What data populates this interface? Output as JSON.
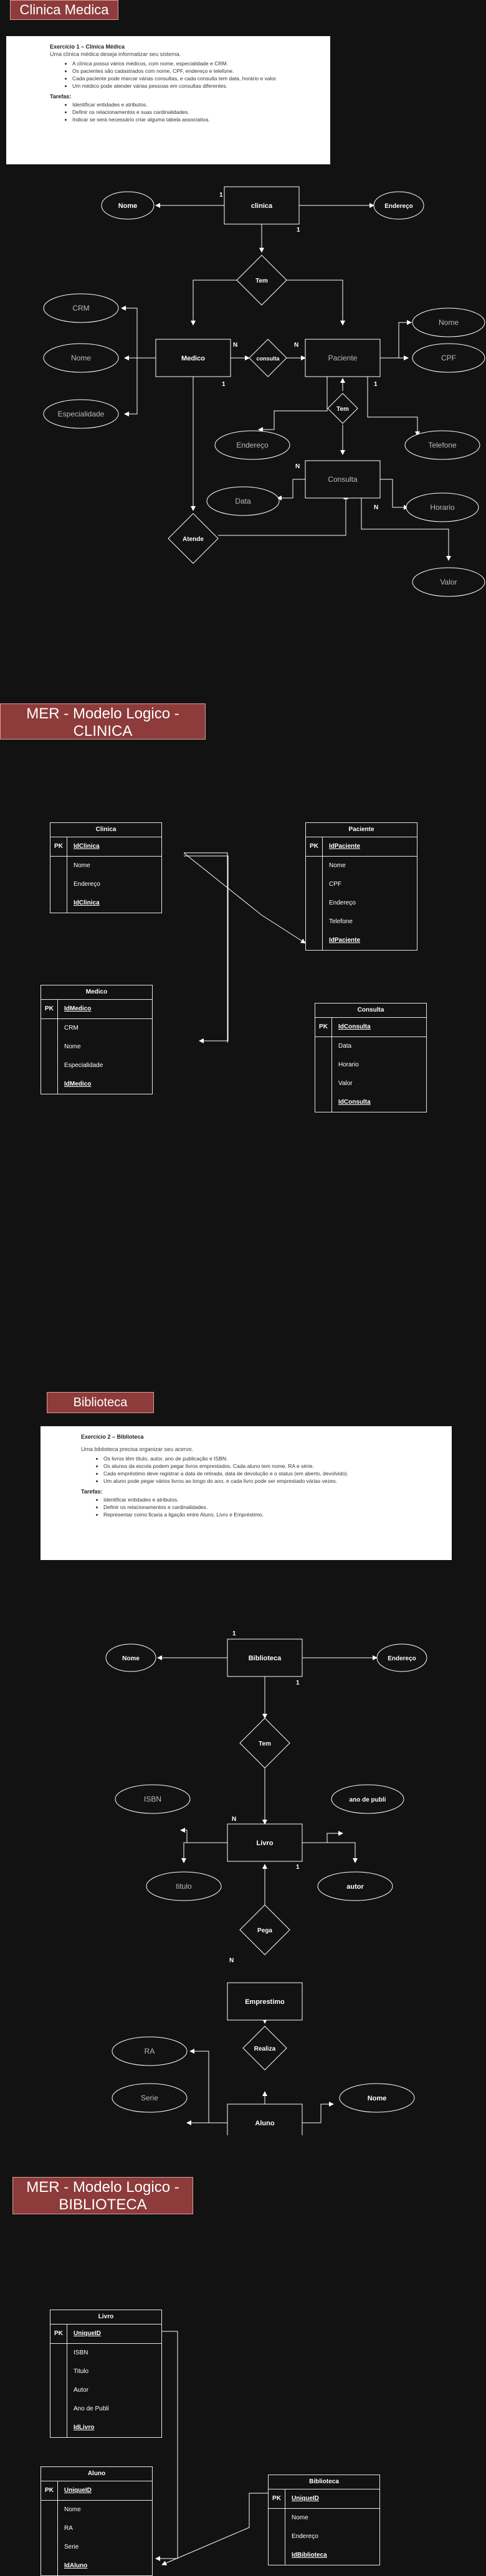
{
  "clinica": {
    "banner": "Clinica Medica",
    "card": {
      "title": "Exercício 1 – Clínica Médica",
      "intro": "Uma clínica médica deseja informatizar seu sistema.",
      "bullets": [
        "A clínica possui vários médicos, com nome, especialidade e CRM.",
        "Os pacientes são cadastrados com nome, CPF, endereço e telefone.",
        "Cada paciente pode marcar várias consultas, e cada consulta tem data, horário e valor.",
        "Um médico pode atender várias pessoas em consultas diferentes."
      ],
      "tasks_label": "Tarefas:",
      "tasks": [
        "Identificar entidades e atributos.",
        "Definir os relacionamentos e suas cardinalidades.",
        "Indicar se será necessário criar alguma tabela associativa."
      ]
    },
    "er": {
      "entities": {
        "clinica": "clinica",
        "medico": "Medico",
        "paciente": "Paciente",
        "consulta": "Consulta"
      },
      "relationships": {
        "tem_top": "Tem",
        "consulta": "consulta",
        "tem_paciente": "Tem",
        "atende": "Atende"
      },
      "attributes": {
        "nome_clinica": "Nome",
        "endereco_clinica": "Endereço",
        "crm": "CRM",
        "nome_medico": "Nome",
        "especialidade": "Especialidade",
        "nome_paciente": "Nome",
        "cpf": "CPF",
        "endereco_paciente": "Endereço",
        "telefone": "Telefone",
        "data": "Data",
        "horario": "Horario",
        "valor": "Valor"
      },
      "cardinalities": {
        "c1": "1",
        "c2": "1",
        "c3": "N",
        "c4": "N",
        "c5": "1",
        "c6": "1",
        "c7": "N",
        "c8": "N"
      }
    }
  },
  "mer_clinica": {
    "banner_line1": "MER - Modelo Logico -",
    "banner_line2": "CLINICA",
    "tables": [
      {
        "name": "Clinica",
        "pk_label": "PK",
        "pk": "IdClinica",
        "fields": [
          "Nome",
          "Endereço",
          "IdClinica"
        ],
        "fk_last": true
      },
      {
        "name": "Paciente",
        "pk_label": "PK",
        "pk": "IdPaciente",
        "fields": [
          "Nome",
          "CPF",
          "Endereço",
          "Telefone",
          "IdPaciente"
        ],
        "fk_last": true
      },
      {
        "name": "Medico",
        "pk_label": "PK",
        "pk": "IdMedico",
        "fields": [
          "CRM",
          "Nome",
          "Especialidade",
          "IdMedico"
        ],
        "fk_last": true
      },
      {
        "name": "Consulta",
        "pk_label": "PK",
        "pk": "IdConsulta",
        "fields": [
          "Data",
          "Horario",
          "Valor",
          "IdConsulta"
        ],
        "fk_last": true
      }
    ]
  },
  "biblioteca": {
    "banner": "Biblioteca",
    "card": {
      "title": "Exercício 2 – Biblioteca",
      "intro": "Uma biblioteca precisa organizar seu acervo.",
      "bullets": [
        "Os livros têm título, autor, ano de publicação e ISBN.",
        "Os alunos da escola podem pegar livros emprestados. Cada aluno tem nome, RA e série.",
        "Cada empréstimo deve registrar a data de retirada, data de devolução e o status (em aberto, devolvido).",
        "Um aluno pode pegar vários livros ao longo do ano, e cada livro pode ser emprestado várias vezes."
      ],
      "tasks_label": "Tarefas:",
      "tasks": [
        "Identificar entidades e atributos.",
        "Definir os relacionamentos e cardinalidades.",
        "Representar como ficaria a ligação entre Aluno, Livro e Empréstimo."
      ]
    },
    "er": {
      "entities": {
        "biblioteca": "Biblioteca",
        "livro": "Livro",
        "emprestimo": "Emprestimo",
        "aluno": "Aluno"
      },
      "relationships": {
        "tem": "Tem",
        "pega": "Pega",
        "realiza": "Realiza"
      },
      "attributes": {
        "nome_biblioteca": "Nome",
        "endereco_biblioteca": "Endereço",
        "isbn": "ISBN",
        "ano_publi": "ano de publi",
        "titulo": "titulo",
        "autor": "autor",
        "ra": "RA",
        "serie": "Serie",
        "nome_aluno": "Nome"
      },
      "cardinalities": {
        "b1": "1",
        "b2": "1",
        "b3": "N",
        "b4": "1",
        "b5": "N"
      }
    }
  },
  "mer_biblioteca": {
    "banner_line1": "MER - Modelo Logico -",
    "banner_line2": "BIBLIOTECA",
    "tables": [
      {
        "name": "Livro",
        "pk_label": "PK",
        "pk": "UniqueID",
        "fields": [
          "ISBN",
          "Titulo",
          "Autor",
          "Ano de Publi",
          "IdLivro"
        ],
        "fk_last": true
      },
      {
        "name": "Aluno",
        "pk_label": "PK",
        "pk": "UniqueID",
        "fields": [
          "Nome",
          "RA",
          "Serie",
          "IdAluno"
        ],
        "fk_last": true
      },
      {
        "name": "Biblioteca",
        "pk_label": "PK",
        "pk": "UniqueID",
        "fields": [
          "Nome",
          "Endereço",
          "IdBiblioteca"
        ],
        "fk_last": true
      }
    ]
  }
}
